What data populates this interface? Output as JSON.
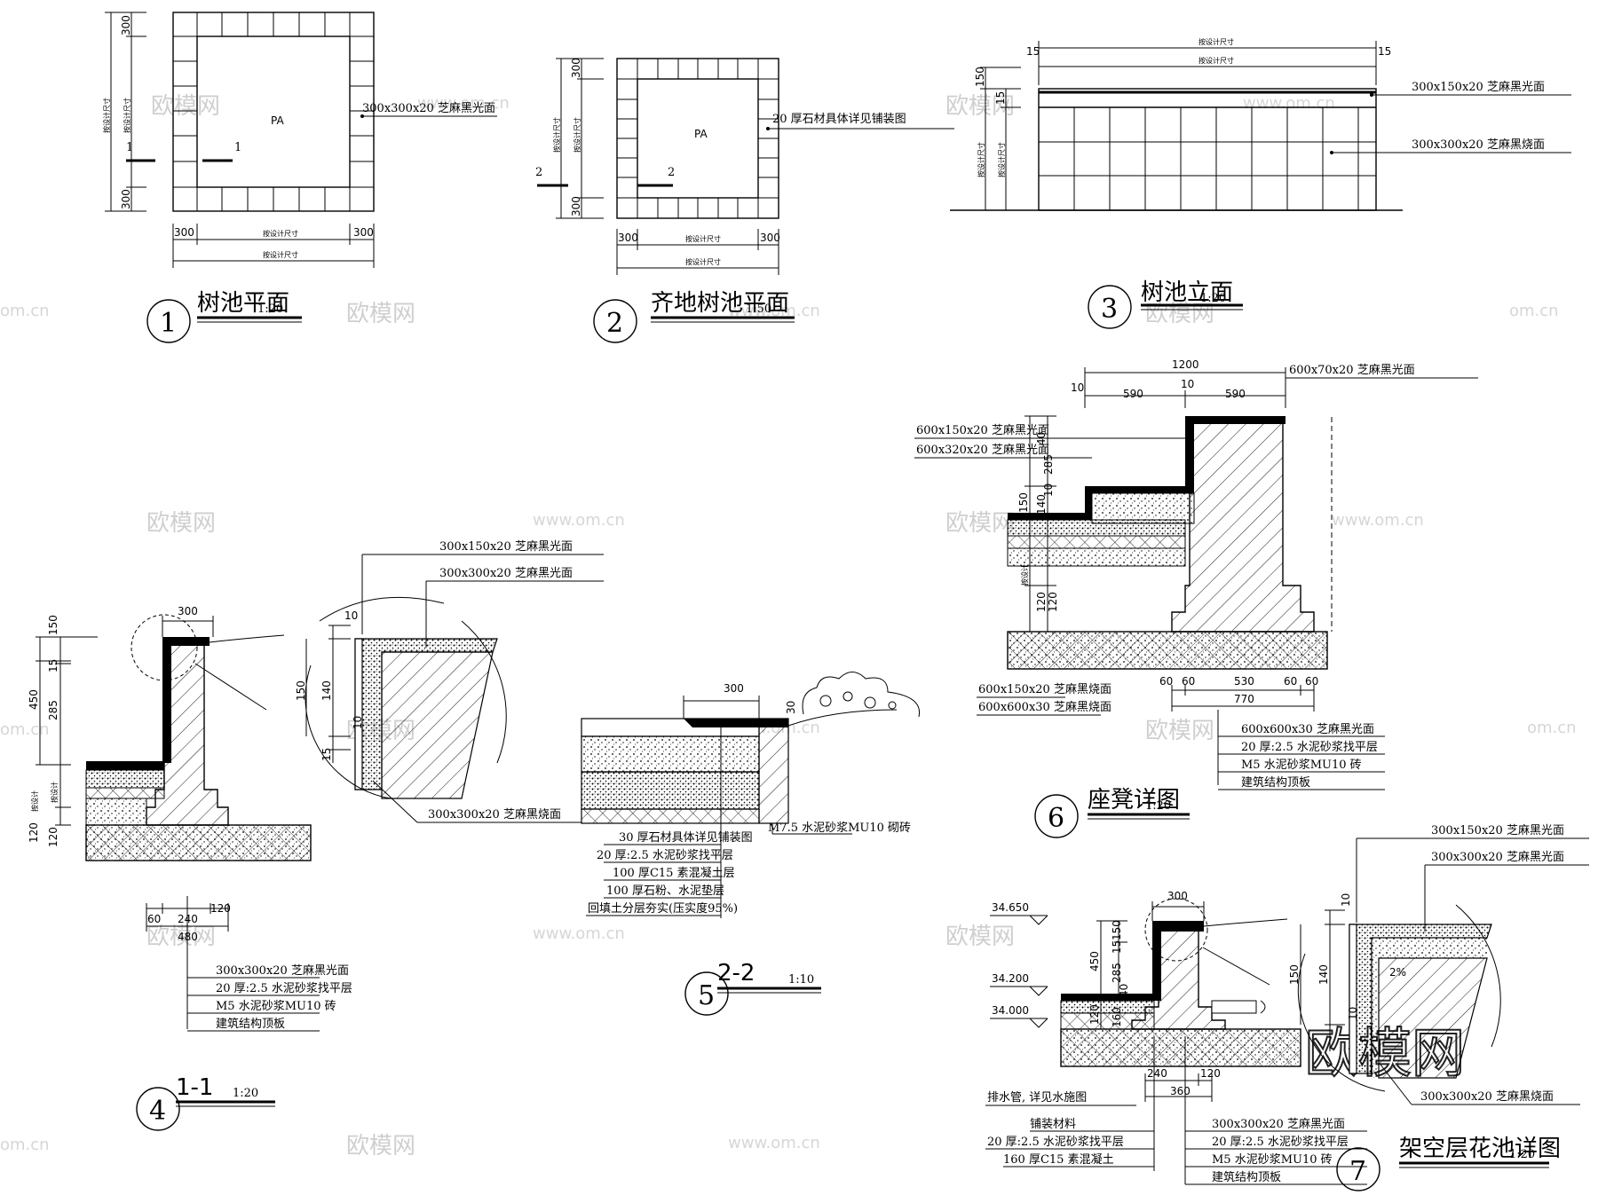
{
  "watermark": {
    "brand": "欧模网",
    "domain": "www.om.cn",
    "domain_short": "om.cn",
    "logo": "欧模网"
  },
  "d1": {
    "num": "1",
    "title": "树池平面",
    "scale": "1:20",
    "center": "PA",
    "dim300": "300",
    "dim_var": "按设计尺寸",
    "sect": "1",
    "callout": "300x300x20  芝麻黑光面"
  },
  "d2": {
    "num": "2",
    "title": "齐地树池平面",
    "scale": "1:50",
    "center": "PA",
    "dim300": "300",
    "dim_var": "按设计尺寸",
    "sect": "2",
    "callout": "20 厚石材具体详见铺装图"
  },
  "d3": {
    "num": "3",
    "title": "树池立面",
    "scale": "1:20",
    "dim15": "15",
    "dim150": "150",
    "dim_var": "按设计尺寸",
    "callout1": "300x150x20  芝麻黑光面",
    "callout2": "300x300x20  芝麻黑烧面"
  },
  "d4": {
    "num": "4",
    "title": "1-1",
    "scale": "1:20",
    "dims_v": [
      "150",
      "15",
      "285",
      "450",
      "120",
      "120"
    ],
    "dim_top": "300",
    "dims_b": [
      "60",
      "240",
      "120",
      "480"
    ],
    "dim_side": "按设计",
    "c_top1": "300x150x20  芝麻黑光面",
    "c_top2": "300x300x20  芝麻黑光面",
    "c_bot": "300x300x20  芝麻黑烧面",
    "d_dims": [
      "10",
      "150",
      "140",
      "10",
      "15"
    ],
    "layers": [
      "300x300x20  芝麻黑光面",
      "20 厚:2.5 水泥砂浆找平层",
      "M5 水泥砂浆MU10 砖",
      "建筑结构顶板"
    ]
  },
  "d5": {
    "num": "5",
    "title": "2-2",
    "scale": "1:10",
    "dim300": "300",
    "dim30": "30",
    "side_note": "M7.5 水泥砂浆MU10 砌砖",
    "layers": [
      "30 厚石材具体详见铺装图",
      "20 厚:2.5 水泥砂浆找平层",
      "100 厚C15 素混凝土层",
      "100 厚石粉、水泥垫层",
      "回填土分层夯实(压实度95%)"
    ]
  },
  "d6": {
    "num": "6",
    "title": "座凳详图",
    "scale": "1:20",
    "dims_top": [
      "1200",
      "10",
      "590",
      "10",
      "590"
    ],
    "c_top": "600x70x20  芝麻黑光面",
    "c_l1": "600x150x20  芝麻黑光面",
    "c_l2": "600x320x20  芝麻黑光面",
    "dims_v": [
      "40",
      "285",
      "10",
      "150",
      "140",
      "120",
      "120"
    ],
    "dim_side": "按设计",
    "c_bl1": "600x150x20  芝麻黑烧面",
    "c_bl2": "600x600x30  芝麻黑烧面",
    "dims_b": [
      "60",
      "60",
      "530",
      "60",
      "60",
      "770"
    ],
    "layers": [
      "600x600x30  芝麻黑光面",
      "20 厚:2.5 水泥砂浆找平层",
      "M5 水泥砂浆MU10 砖",
      "建筑结构顶板"
    ]
  },
  "d7": {
    "num": "7",
    "title": "架空层花池详图",
    "scale": "1:20",
    "elev": [
      "34.650",
      "34.200",
      "34.000"
    ],
    "dim_top": "300",
    "dims_v": [
      "150",
      "15",
      "285",
      "450",
      "40",
      "120",
      "160"
    ],
    "dims_b": [
      "240",
      "120",
      "360"
    ],
    "c_top1": "300x150x20  芝麻黑光面",
    "c_top2": "300x300x20  芝麻黑光面",
    "c_bot": "300x300x20  芝麻黑烧面",
    "d_dims": [
      "10",
      "150",
      "140",
      "10"
    ],
    "slope": "2%",
    "drain": "排水管, 详见水施图",
    "left_layers": [
      "铺装材料",
      "20 厚:2.5 水泥砂浆找平层",
      "160 厚C15 素混凝土"
    ],
    "layers": [
      "300x300x20  芝麻黑光面",
      "20 厚:2.5 水泥砂浆找平层",
      "M5 水泥砂浆MU10 砖",
      "建筑结构顶板"
    ]
  }
}
